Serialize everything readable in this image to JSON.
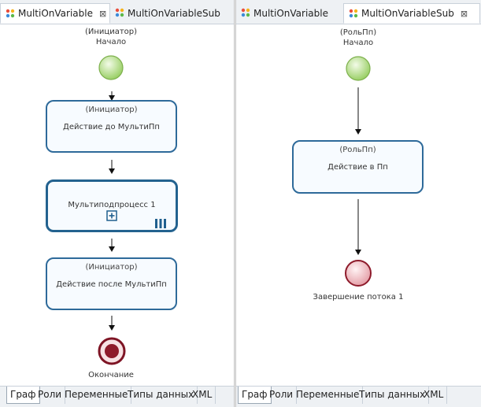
{
  "left": {
    "tabs": [
      {
        "label": "MultiOnVariable",
        "active": true,
        "close": "⊠"
      },
      {
        "label": "MultiOnVariableSub",
        "active": false
      }
    ],
    "start_role": "(Инициатор)",
    "start_label": "Начало",
    "task1": {
      "role": "(Инициатор)",
      "name": "Действие до МультиПп"
    },
    "subprocess": {
      "name": "Мультиподпроцесс 1"
    },
    "task2": {
      "role": "(Инициатор)",
      "name": "Действие после МультиПп"
    },
    "end_label": "Окончание",
    "bottom_tabs": [
      "Граф",
      "Роли",
      "Переменные",
      "Типы данных",
      "XML"
    ]
  },
  "right": {
    "tabs": [
      {
        "label": "MultiOnVariable",
        "active": false
      },
      {
        "label": "MultiOnVariableSub",
        "active": true,
        "close": "⊠"
      }
    ],
    "start_role": "(РольПп)",
    "start_label": "Начало",
    "task1": {
      "role": "(РольПп)",
      "name": "Действие в Пп"
    },
    "end_label": "Завершение потока 1",
    "bottom_tabs": [
      "Граф",
      "Роли",
      "Переменные",
      "Типы данных",
      "XML"
    ]
  },
  "colors": {
    "task_border": "#2e6a9a",
    "start_fill": "#9fd36a",
    "end_fill": "#8e1b2b",
    "end_token_fill": "#e8a3ab"
  }
}
